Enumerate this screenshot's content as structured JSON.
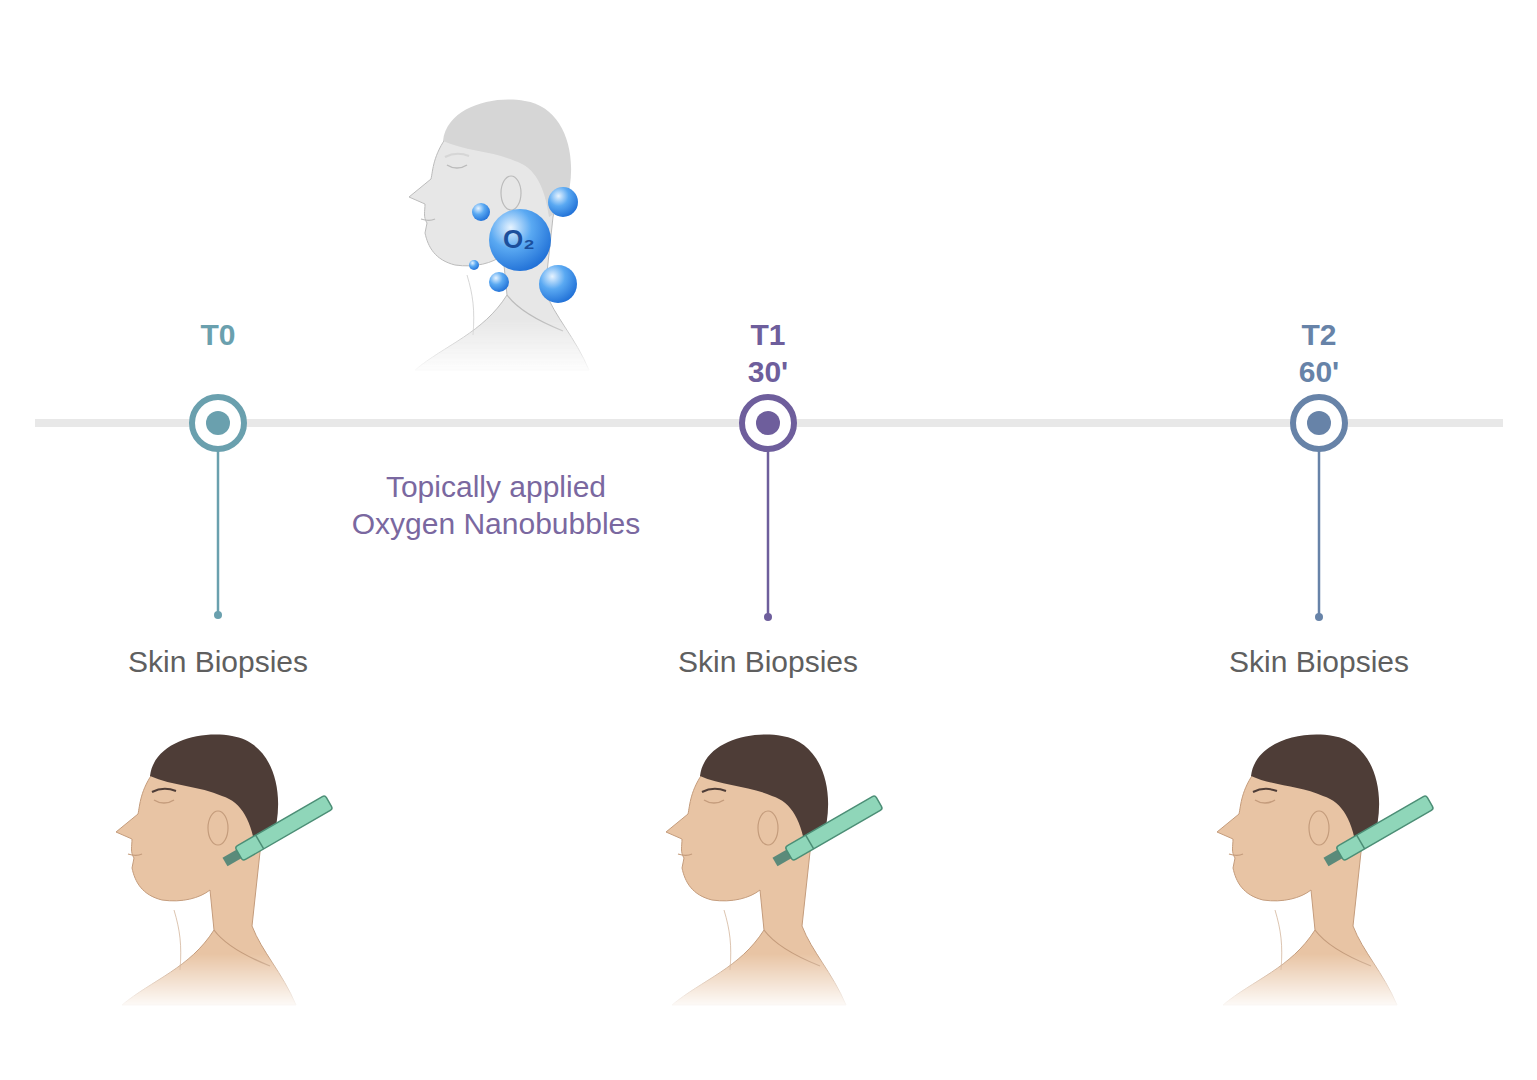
{
  "diagram": {
    "labels": [
      "T0",
      "T1 30'",
      "T2 60'",
      "Topically applied Oxygen Nanobubbles",
      "O₂",
      "Skin Biopsies",
      "Skin Biopsies",
      "Skin Biopsies"
    ]
  }
}
